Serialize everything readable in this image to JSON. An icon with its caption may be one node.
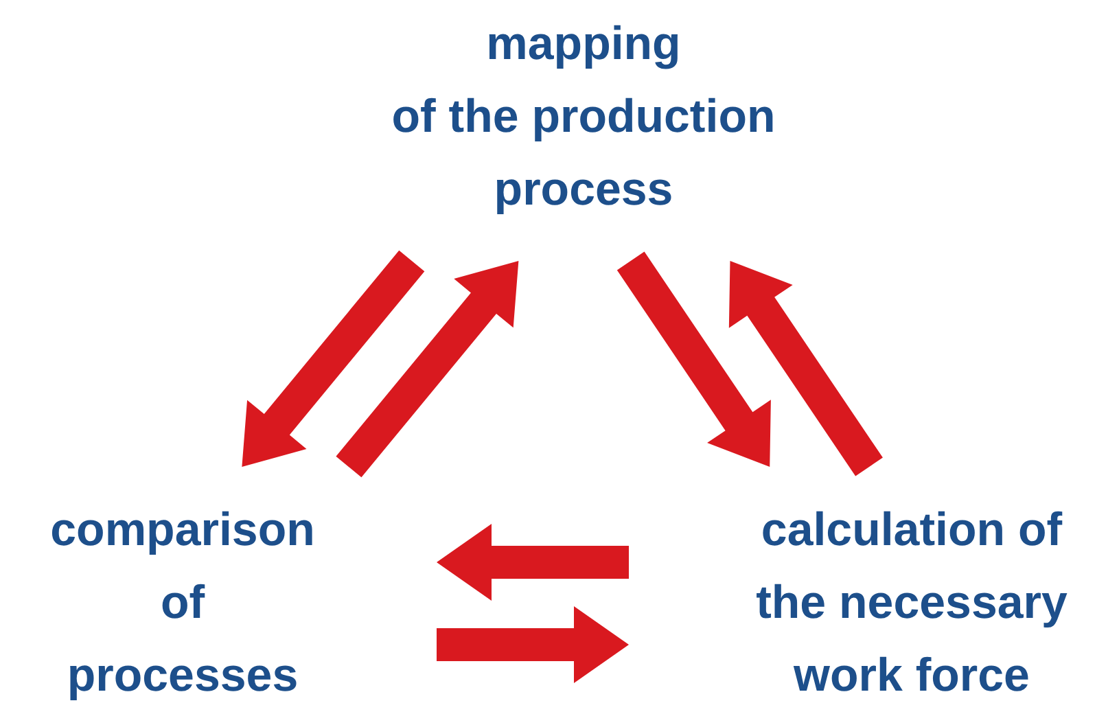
{
  "diagram": {
    "nodes": [
      {
        "text": [
          "mapping of the production process"
        ]
      },
      {
        "text": [
          "comparison of processes"
        ]
      },
      {
        "text": [
          "calculation of the necessary work force"
        ]
      }
    ],
    "edges": [
      {
        "from": 0,
        "to": 1,
        "arrow": "to"
      },
      {
        "from": 1,
        "to": 0,
        "arrow": "to"
      },
      {
        "from": 0,
        "to": 2,
        "arrow": "to"
      },
      {
        "from": 2,
        "to": 0,
        "arrow": "to"
      },
      {
        "from": 2,
        "to": 1,
        "arrow": "to"
      },
      {
        "from": 1,
        "to": 2,
        "arrow": "to"
      }
    ]
  }
}
